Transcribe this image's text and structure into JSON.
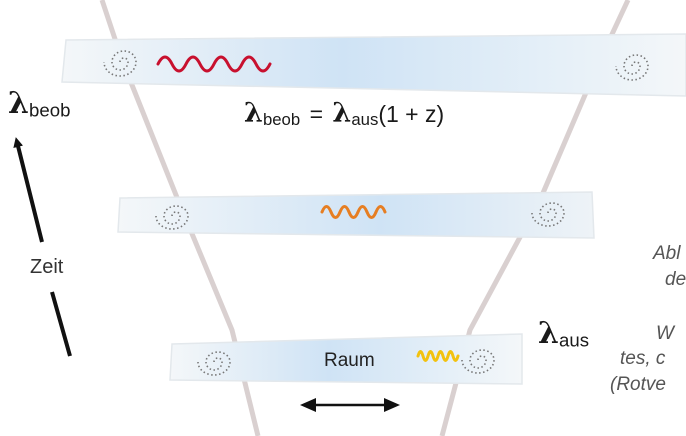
{
  "labels": {
    "lambda_symbol": "λ",
    "beob_subscript": "beob",
    "aus_subscript": "aus",
    "time_label": "Zeit",
    "space_label": "Raum"
  },
  "formula": {
    "lhs_symbol": "λ",
    "lhs_sub": "beob",
    "equals": "=",
    "rhs_symbol": "λ",
    "rhs_sub": "aus",
    "factor": "(1 + z)"
  },
  "caption_fragments": [
    "Abl",
    "de",
    "W",
    "tes, c",
    "(Rotve"
  ],
  "colors": {
    "wave_observed": "#c8102e",
    "wave_middle": "#e67e22",
    "wave_emitted": "#f2c20f",
    "band_blue": "#cfe3f5",
    "band_edge": "#e9eef2",
    "worldline": "#d7cdcd",
    "galaxy_dots": "#777777"
  },
  "icons": [
    "spiral-galaxy-icon",
    "up-arrow-icon",
    "double-arrow-icon"
  ]
}
